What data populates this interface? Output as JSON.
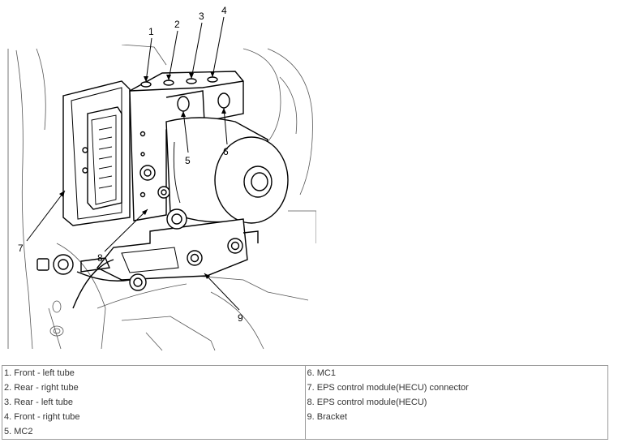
{
  "figure": {
    "callouts": [
      "1",
      "2",
      "3",
      "4",
      "5",
      "6",
      "7",
      "8",
      "9"
    ]
  },
  "legend": {
    "left": [
      "1. Front - left tube",
      "2. Rear - right tube",
      "3. Rear - left tube",
      "4. Front - right tube",
      "5. MC2"
    ],
    "right": [
      "6. MC1",
      "7. EPS control module(HECU) connector",
      "8. EPS control module(HECU)",
      "9. Bracket"
    ]
  }
}
